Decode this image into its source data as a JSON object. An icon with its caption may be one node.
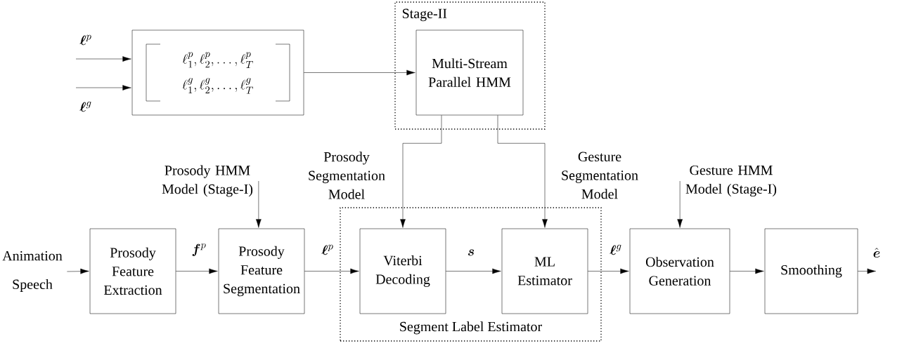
{
  "diagram": {
    "nodes": [
      {
        "text": [
          "\\ell^p_1, \\ell^p_2, \\ldots, \\ell^p_T",
          "\\ell^g_1, \\ell^g_2, \\ldots, \\ell^g_T"
        ]
      },
      {
        "text": [
          "Stage-II"
        ]
      },
      {
        "text": [
          "Multi-Stream Parallel HMM"
        ],
        "in": 1
      },
      {
        "text": [
          "Prosody Feature Extraction"
        ]
      },
      {
        "text": [
          "Prosody Feature Segmentation"
        ]
      },
      {
        "text": [
          "Segment Label Estimator"
        ]
      },
      {
        "text": [
          "Viterbi Decoding"
        ],
        "in": 5
      },
      {
        "text": [
          "ML Estimator"
        ],
        "in": 5
      },
      {
        "text": [
          "Observation Generation"
        ]
      },
      {
        "text": [
          "Smoothing"
        ]
      },
      {
        "text": [
          "Prosody HMM Model (Stage-I)"
        ]
      },
      {
        "text": [
          "Gesture HMM Model (Stage-I)"
        ]
      },
      {
        "text": [
          "Animation",
          "Speech"
        ]
      }
    ],
    "edges": [
      {
        "from": null,
        "to": 0,
        "arrow": "to",
        "label": "\\boldsymbol{\\ell}^p"
      },
      {
        "from": null,
        "to": 0,
        "arrow": "to",
        "label": "\\boldsymbol{\\ell}^g"
      },
      {
        "from": 0,
        "to": 2,
        "arrow": "to"
      },
      {
        "from": 12,
        "to": 3,
        "arrow": "to"
      },
      {
        "from": 3,
        "to": 4,
        "arrow": "to",
        "label": "\\boldsymbol{f}^p"
      },
      {
        "from": 10,
        "to": 4,
        "arrow": "to"
      },
      {
        "from": 4,
        "to": 6,
        "arrow": "to",
        "label": "\\boldsymbol{\\ell}^p"
      },
      {
        "from": 2,
        "to": 6,
        "arrow": "to",
        "label": "Prosody Segmentation Model"
      },
      {
        "from": 2,
        "to": 7,
        "arrow": "to",
        "label": "Gesture Segmentation Model"
      },
      {
        "from": 6,
        "to": 7,
        "arrow": "to",
        "label": "\\boldsymbol{s}"
      },
      {
        "from": 7,
        "to": 8,
        "arrow": "to",
        "label": "\\boldsymbol{\\ell}^g"
      },
      {
        "from": 11,
        "to": 8,
        "arrow": "to"
      },
      {
        "from": 8,
        "to": 9,
        "arrow": "to"
      },
      {
        "from": 9,
        "to": null,
        "arrow": "to",
        "label": "\\hat{\\boldsymbol{e}}"
      }
    ]
  }
}
